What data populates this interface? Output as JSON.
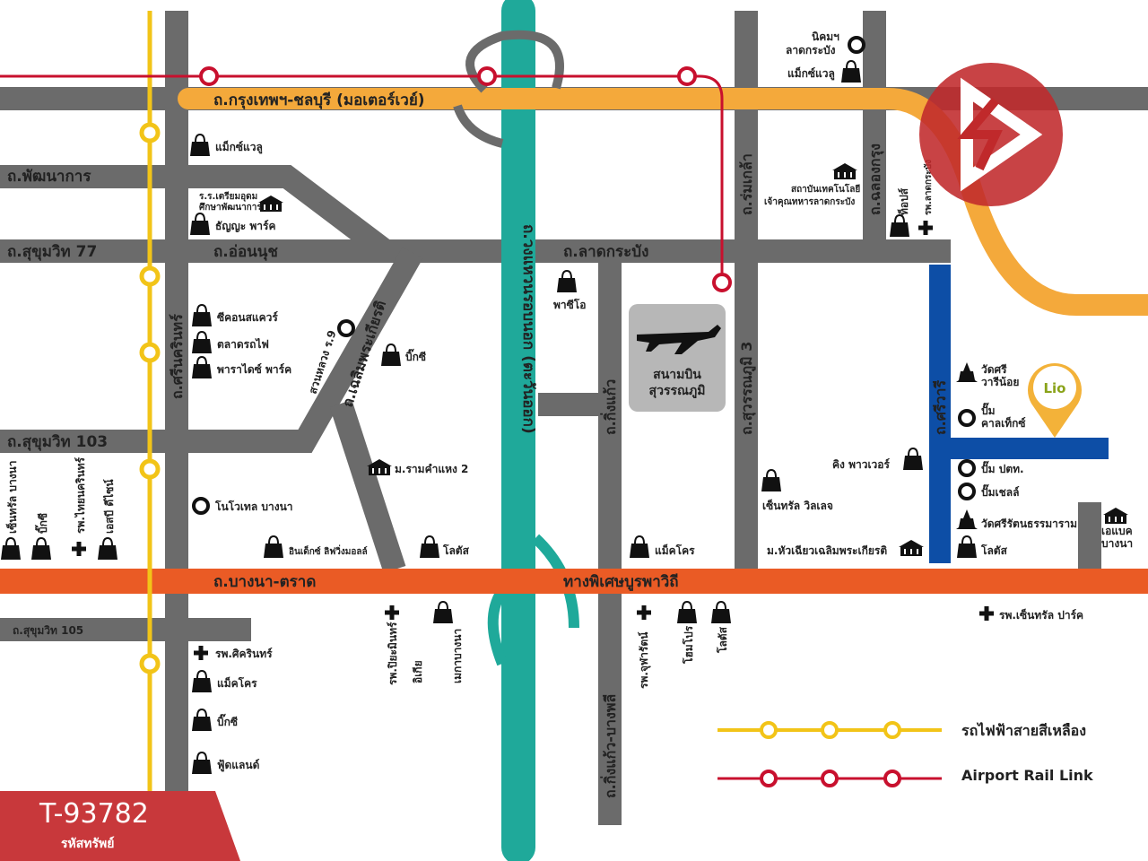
{
  "colors": {
    "road": "#6b6b6b",
    "motorway": "#f4a93b",
    "ring_road": "#1fa99a",
    "bangna_road": "#ea5b25",
    "blue_road": "#0d4ea6",
    "yellow_line": "#f2c418",
    "airport_link": "#c8102e",
    "logo": "#c0292b",
    "badge": "#c8383b"
  },
  "roads": {
    "motorway": "ถ.กรุงเทพฯ-ชลบุรี (มอเตอร์เวย์)",
    "phatthanakan": "ถ.พัฒนาการ",
    "sukhumvit77": "ถ.สุขุมวิท 77",
    "onnut": "ถ.อ่อนนุช",
    "latkrabang": "ถ.ลาดกระบัง",
    "sukhumvit103": "ถ.สุขุมวิท 103",
    "sukhumvit105": "ถ.สุขุมวิท 105",
    "bangna_trat": "ถ.บางนา-ตราด",
    "burapha": "ทางพิเศษบูรพาวิถี",
    "srinakarin": "ถ.ศรีนครินทร์",
    "chaloem": "ถ.เฉลิมพระเกียรติ",
    "suanluang": "สวนหลวง ร.9",
    "ring": "ถ.วงแหวนรอบนอก (ตะวันออก)",
    "kingkaew": "ถ.กิ่งแก้ว",
    "kingkaew_bangphli": "ถ.กิ่งแก้ว-บางพลี",
    "romklao": "ถ.ร่มเกล้า",
    "suvarnabhumi3": "ถ.สุวรรณภูมิ 3",
    "chalongkrung": "ถ.ฉลองกรุง",
    "sriwara": "ถ.ศรีวารี"
  },
  "places": {
    "nikom": "นิคมฯ",
    "nikom2": "ลาดกระบัง",
    "makro_vl_top": "แม็กซ์แวลู",
    "makro_vl": "แม็กซ์แวลู",
    "school1": "ร.ร.เตรียมอุดม",
    "school2": "ศึกษาพัฒนาการ",
    "thanya": "ธัญญะ พาร์ค",
    "kmitl1": "สถาบันเทคโนโลยี",
    "kmitl2": "เจ้าคุณทหารลาดกระบัง",
    "tops": "ท็อปส์",
    "hosp_lat": "รพ.ลาดกระบัง",
    "seacon": "ซีคอนสแควร์",
    "train_market": "ตลาดรถไฟ",
    "paradise": "พาราไดซ์ พาร์ค",
    "bigc1": "บิ๊กซี",
    "ptt": "พาซีโอ",
    "airport1": "สนามบิน",
    "airport2": "สุวรรณภูมิ",
    "wat1": "วัดศรี",
    "wat2": "วารีน้อย",
    "pump1": "ปั๊ม",
    "pump2": "คาลเท็กซ์",
    "king_power": "คิง พาวเวอร์",
    "central_village": "เซ็นทรัล วิลเลจ",
    "ptt_pump": "ปั๊ม ปตท.",
    "shell": "ปั๊มเชลล์",
    "wat_sri": "วัดศรีรัตนธรรมาราม",
    "abac1": "เอแบค",
    "abac2": "บางนา",
    "lotus_r": "โลตัส",
    "ram2": "ม.รามคำแหง 2",
    "novotel": "โนโวเทล บางนา",
    "central_bangna": "เซ็นทรัล บางนา",
    "bigc_left": "บิ๊กซี",
    "hosp_thai": "รพ.ไทยนครินทร์",
    "esc": "เอสบี ดีไซน์",
    "index": "อินเด็กซ์ ลิฟวิ่งมอลล์",
    "lotus_c": "โลตัส",
    "makro_c": "แม็คโคร",
    "huachiew": "ม.หัวเฉียวเฉลิมพระเกียรติ",
    "hosp_chula": "รพ.จุฬารัตน์",
    "homepro": "โฮมโปร",
    "lotus_s": "โลตัส",
    "hosp_central": "รพ.เซ็นทรัล ปาร์ค",
    "hosp_pia": "รพ.ปิยะมินทร์",
    "mega1": "อิเกีย",
    "mega2": "เมกาบางนา",
    "hosp_sikarin": "รพ.ศิครินทร์",
    "makro_l": "แม็คโคร",
    "bigc_l2": "บิ๊กซี",
    "foodland": "ฟู้ดแลนด์",
    "lio_logo": "Lio"
  },
  "legend": {
    "yellow": "รถไฟฟ้าสายสีเหลือง",
    "airport": "Airport Rail Link"
  },
  "badge": {
    "code": "T-93782",
    "label": "รหัสทรัพย์"
  }
}
